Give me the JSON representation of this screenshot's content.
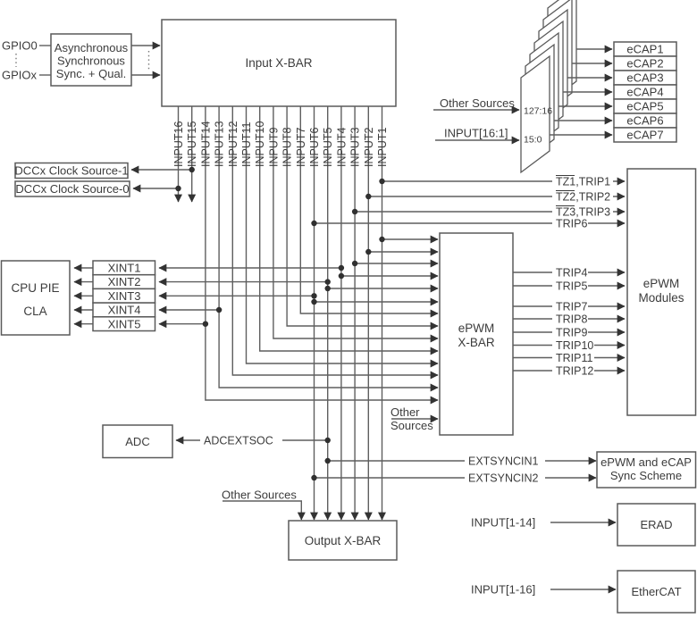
{
  "top_left": {
    "gpio_top": "GPIO0",
    "gpio_bottom": "GPIOx",
    "sync_box_lines": [
      "Asynchronous",
      "Synchronous",
      "Sync. + Qual."
    ]
  },
  "input_xbar_label": "Input X-BAR",
  "input_labels": [
    "INPUT16",
    "INPUT15",
    "INPUT14",
    "INPUT13",
    "INPUT12",
    "INPUT11",
    "INPUT10",
    "INPUT9",
    "INPUT8",
    "INPUT7",
    "INPUT6",
    "INPUT5",
    "INPUT4",
    "INPUT3",
    "INPUT2",
    "INPUT1"
  ],
  "dcc": {
    "source1": "DCCx Clock Source-1",
    "source0": "DCCx Clock Source-0"
  },
  "cpu_box": {
    "line1": "CPU PIE",
    "line2": "CLA"
  },
  "xint_boxes": [
    "XINT1",
    "XINT2",
    "XINT3",
    "XINT4",
    "XINT5"
  ],
  "epwm_xbar_box": {
    "line1": "ePWM",
    "line2": "X-BAR",
    "other_line1": "Other",
    "other_line2": "Sources"
  },
  "epwm_modules_box": {
    "line1": "ePWM",
    "line2": "Modules"
  },
  "mux": {
    "label_upper": "127:16",
    "label_lower": "15:0",
    "other_sources": "Other Sources",
    "input_bus": "INPUT[16:1]"
  },
  "ecap_boxes": [
    "eCAP1",
    "eCAP2",
    "eCAP3",
    "eCAP4",
    "eCAP5",
    "eCAP6",
    "eCAP7"
  ],
  "tz_trip_signals": [
    "TZ1,TRIP1",
    "TZ2,TRIP2",
    "TZ3,TRIP3"
  ],
  "trip6_signal": "TRIP6",
  "trip_signals": [
    "TRIP4",
    "TRIP5",
    "TRIP7",
    "TRIP8",
    "TRIP9",
    "TRIP10",
    "TRIP11",
    "TRIP12"
  ],
  "adc_box_label": "ADC",
  "adcextsoc_signal": "ADCEXTSOC",
  "extsync": {
    "in1": "EXTSYNCIN1",
    "in2": "EXTSYNCIN2"
  },
  "sync_scheme_box": {
    "line1": "ePWM and eCAP",
    "line2": "Sync Scheme"
  },
  "output_xbar": {
    "label": "Output X-BAR",
    "other_sources": "Other Sources"
  },
  "erad": {
    "signal": "INPUT[1-14]",
    "box": "ERAD"
  },
  "ethercat": {
    "signal": "INPUT[1-16]",
    "box": "EtherCAT"
  },
  "colors": {
    "line": "#5f5f5f",
    "text": "#3c3c3c",
    "background": "#ffffff"
  }
}
